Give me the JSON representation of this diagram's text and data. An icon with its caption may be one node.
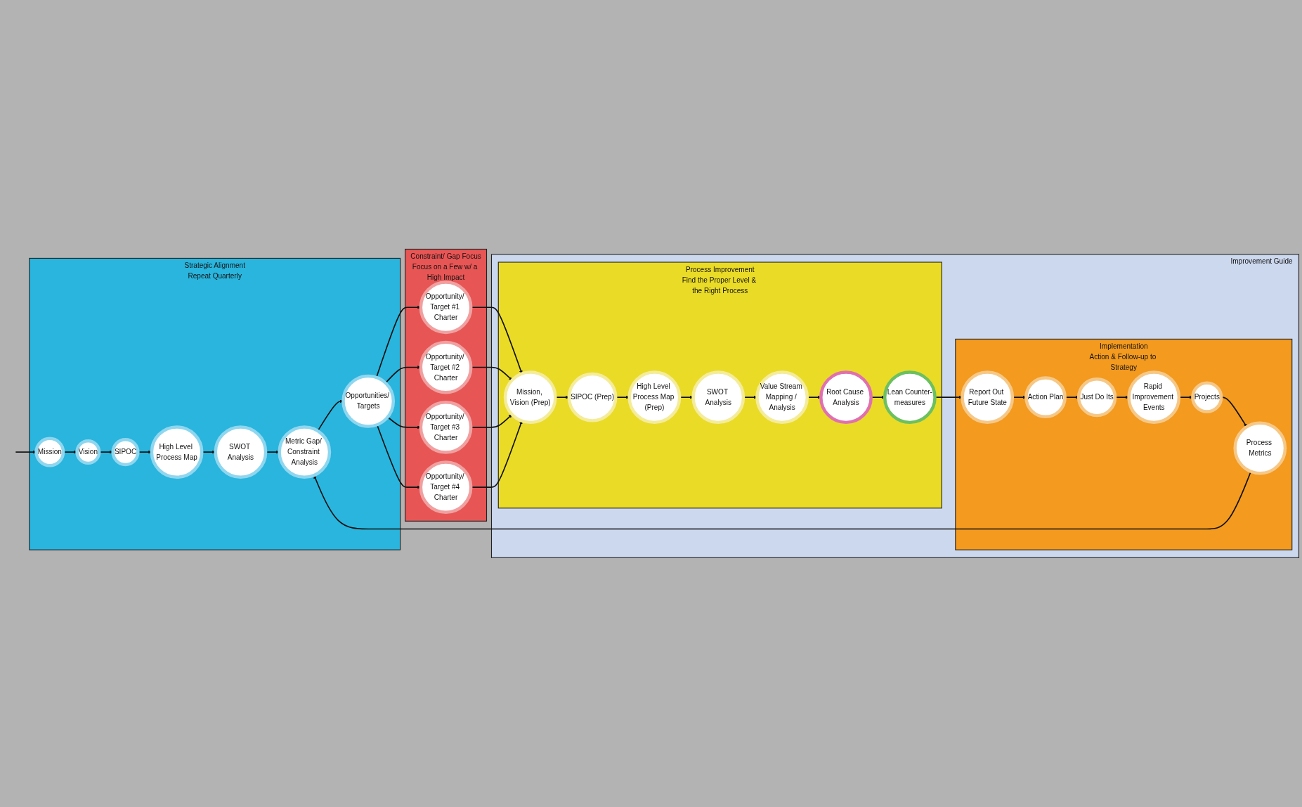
{
  "diagram": {
    "nodes": [
      {
        "text": [
          "Strategic Alignment",
          "Repeat Quarterly"
        ]
      },
      {
        "text": [
          "Mission"
        ],
        "in": 0
      },
      {
        "text": [
          "Vision"
        ],
        "in": 0
      },
      {
        "text": [
          "SIPOC"
        ],
        "in": 0
      },
      {
        "text": [
          "High Level Process Map"
        ],
        "in": 0
      },
      {
        "text": [
          "SWOT Analysis"
        ],
        "in": 0
      },
      {
        "text": [
          "Metric Gap/ Constraint Analysis"
        ],
        "in": 0
      },
      {
        "text": [
          "Opportunities/ Targets"
        ],
        "in": 0
      },
      {
        "text": [
          "Constraint/ Gap Focus",
          "Focus on a Few w/ a High Impact"
        ]
      },
      {
        "text": [
          "Opportunity/ Target #1 Charter"
        ],
        "in": 8
      },
      {
        "text": [
          "Opportunity/ Target #2 Charter"
        ],
        "in": 8
      },
      {
        "text": [
          "Opportunity/ Target #3 Charter"
        ],
        "in": 8
      },
      {
        "text": [
          "Opportunity/ Target #4 Charter"
        ],
        "in": 8
      },
      {
        "text": [
          "Improvement Guide"
        ]
      },
      {
        "text": [
          "Process Improvement",
          "Find the Proper Level & the Right Process"
        ],
        "in": 13
      },
      {
        "text": [
          "Mission, Vision (Prep)"
        ],
        "in": 14
      },
      {
        "text": [
          "SIPOC (Prep)"
        ],
        "in": 14
      },
      {
        "text": [
          "High Level Process Map (Prep)"
        ],
        "in": 14
      },
      {
        "text": [
          "SWOT Analysis"
        ],
        "in": 14
      },
      {
        "text": [
          "Value Stream Mapping / Analysis"
        ],
        "in": 14
      },
      {
        "text": [
          "Root Cause Analysis"
        ],
        "in": 14
      },
      {
        "text": [
          "Lean Counter-measures"
        ],
        "in": 14
      },
      {
        "text": [
          "Implementation",
          "Action & Follow-up to Strategy"
        ],
        "in": 13
      },
      {
        "text": [
          "Report Out Future State"
        ],
        "in": 22
      },
      {
        "text": [
          "Action Plan"
        ],
        "in": 22
      },
      {
        "text": [
          "Just Do Its"
        ],
        "in": 22
      },
      {
        "text": [
          "Rapid Improvement Events"
        ],
        "in": 22
      },
      {
        "text": [
          "Projects"
        ],
        "in": 22
      },
      {
        "text": [
          "Process Metrics"
        ],
        "in": 22
      }
    ],
    "edges": [
      {
        "from": null,
        "to": 1,
        "arrow": "to"
      },
      {
        "from": 1,
        "to": 2,
        "arrow": "to"
      },
      {
        "from": 2,
        "to": 3,
        "arrow": "to"
      },
      {
        "from": 3,
        "to": 4,
        "arrow": "to"
      },
      {
        "from": 4,
        "to": 5,
        "arrow": "to"
      },
      {
        "from": 5,
        "to": 6,
        "arrow": "to"
      },
      {
        "from": 6,
        "to": 7,
        "arrow": "to"
      },
      {
        "from": 7,
        "to": 9,
        "arrow": "to"
      },
      {
        "from": 7,
        "to": 10,
        "arrow": "to"
      },
      {
        "from": 7,
        "to": 11,
        "arrow": "to"
      },
      {
        "from": 7,
        "to": 12,
        "arrow": "to"
      },
      {
        "from": 9,
        "to": 15,
        "arrow": "to"
      },
      {
        "from": 10,
        "to": 15,
        "arrow": "to"
      },
      {
        "from": 11,
        "to": 15,
        "arrow": "to"
      },
      {
        "from": 12,
        "to": 15,
        "arrow": "to"
      },
      {
        "from": 15,
        "to": 16,
        "arrow": "to"
      },
      {
        "from": 16,
        "to": 17,
        "arrow": "to"
      },
      {
        "from": 17,
        "to": 18,
        "arrow": "to"
      },
      {
        "from": 18,
        "to": 19,
        "arrow": "to"
      },
      {
        "from": 19,
        "to": 20,
        "arrow": "to"
      },
      {
        "from": 20,
        "to": 21,
        "arrow": "to"
      },
      {
        "from": 21,
        "to": 23,
        "arrow": "to"
      },
      {
        "from": 23,
        "to": 24,
        "arrow": "to"
      },
      {
        "from": 24,
        "to": 25,
        "arrow": "to"
      },
      {
        "from": 25,
        "to": 26,
        "arrow": "to"
      },
      {
        "from": 26,
        "to": 27,
        "arrow": "to"
      },
      {
        "from": 27,
        "to": 28,
        "arrow": "to"
      },
      {
        "from": 28,
        "to": 6,
        "arrow": "to"
      }
    ]
  }
}
